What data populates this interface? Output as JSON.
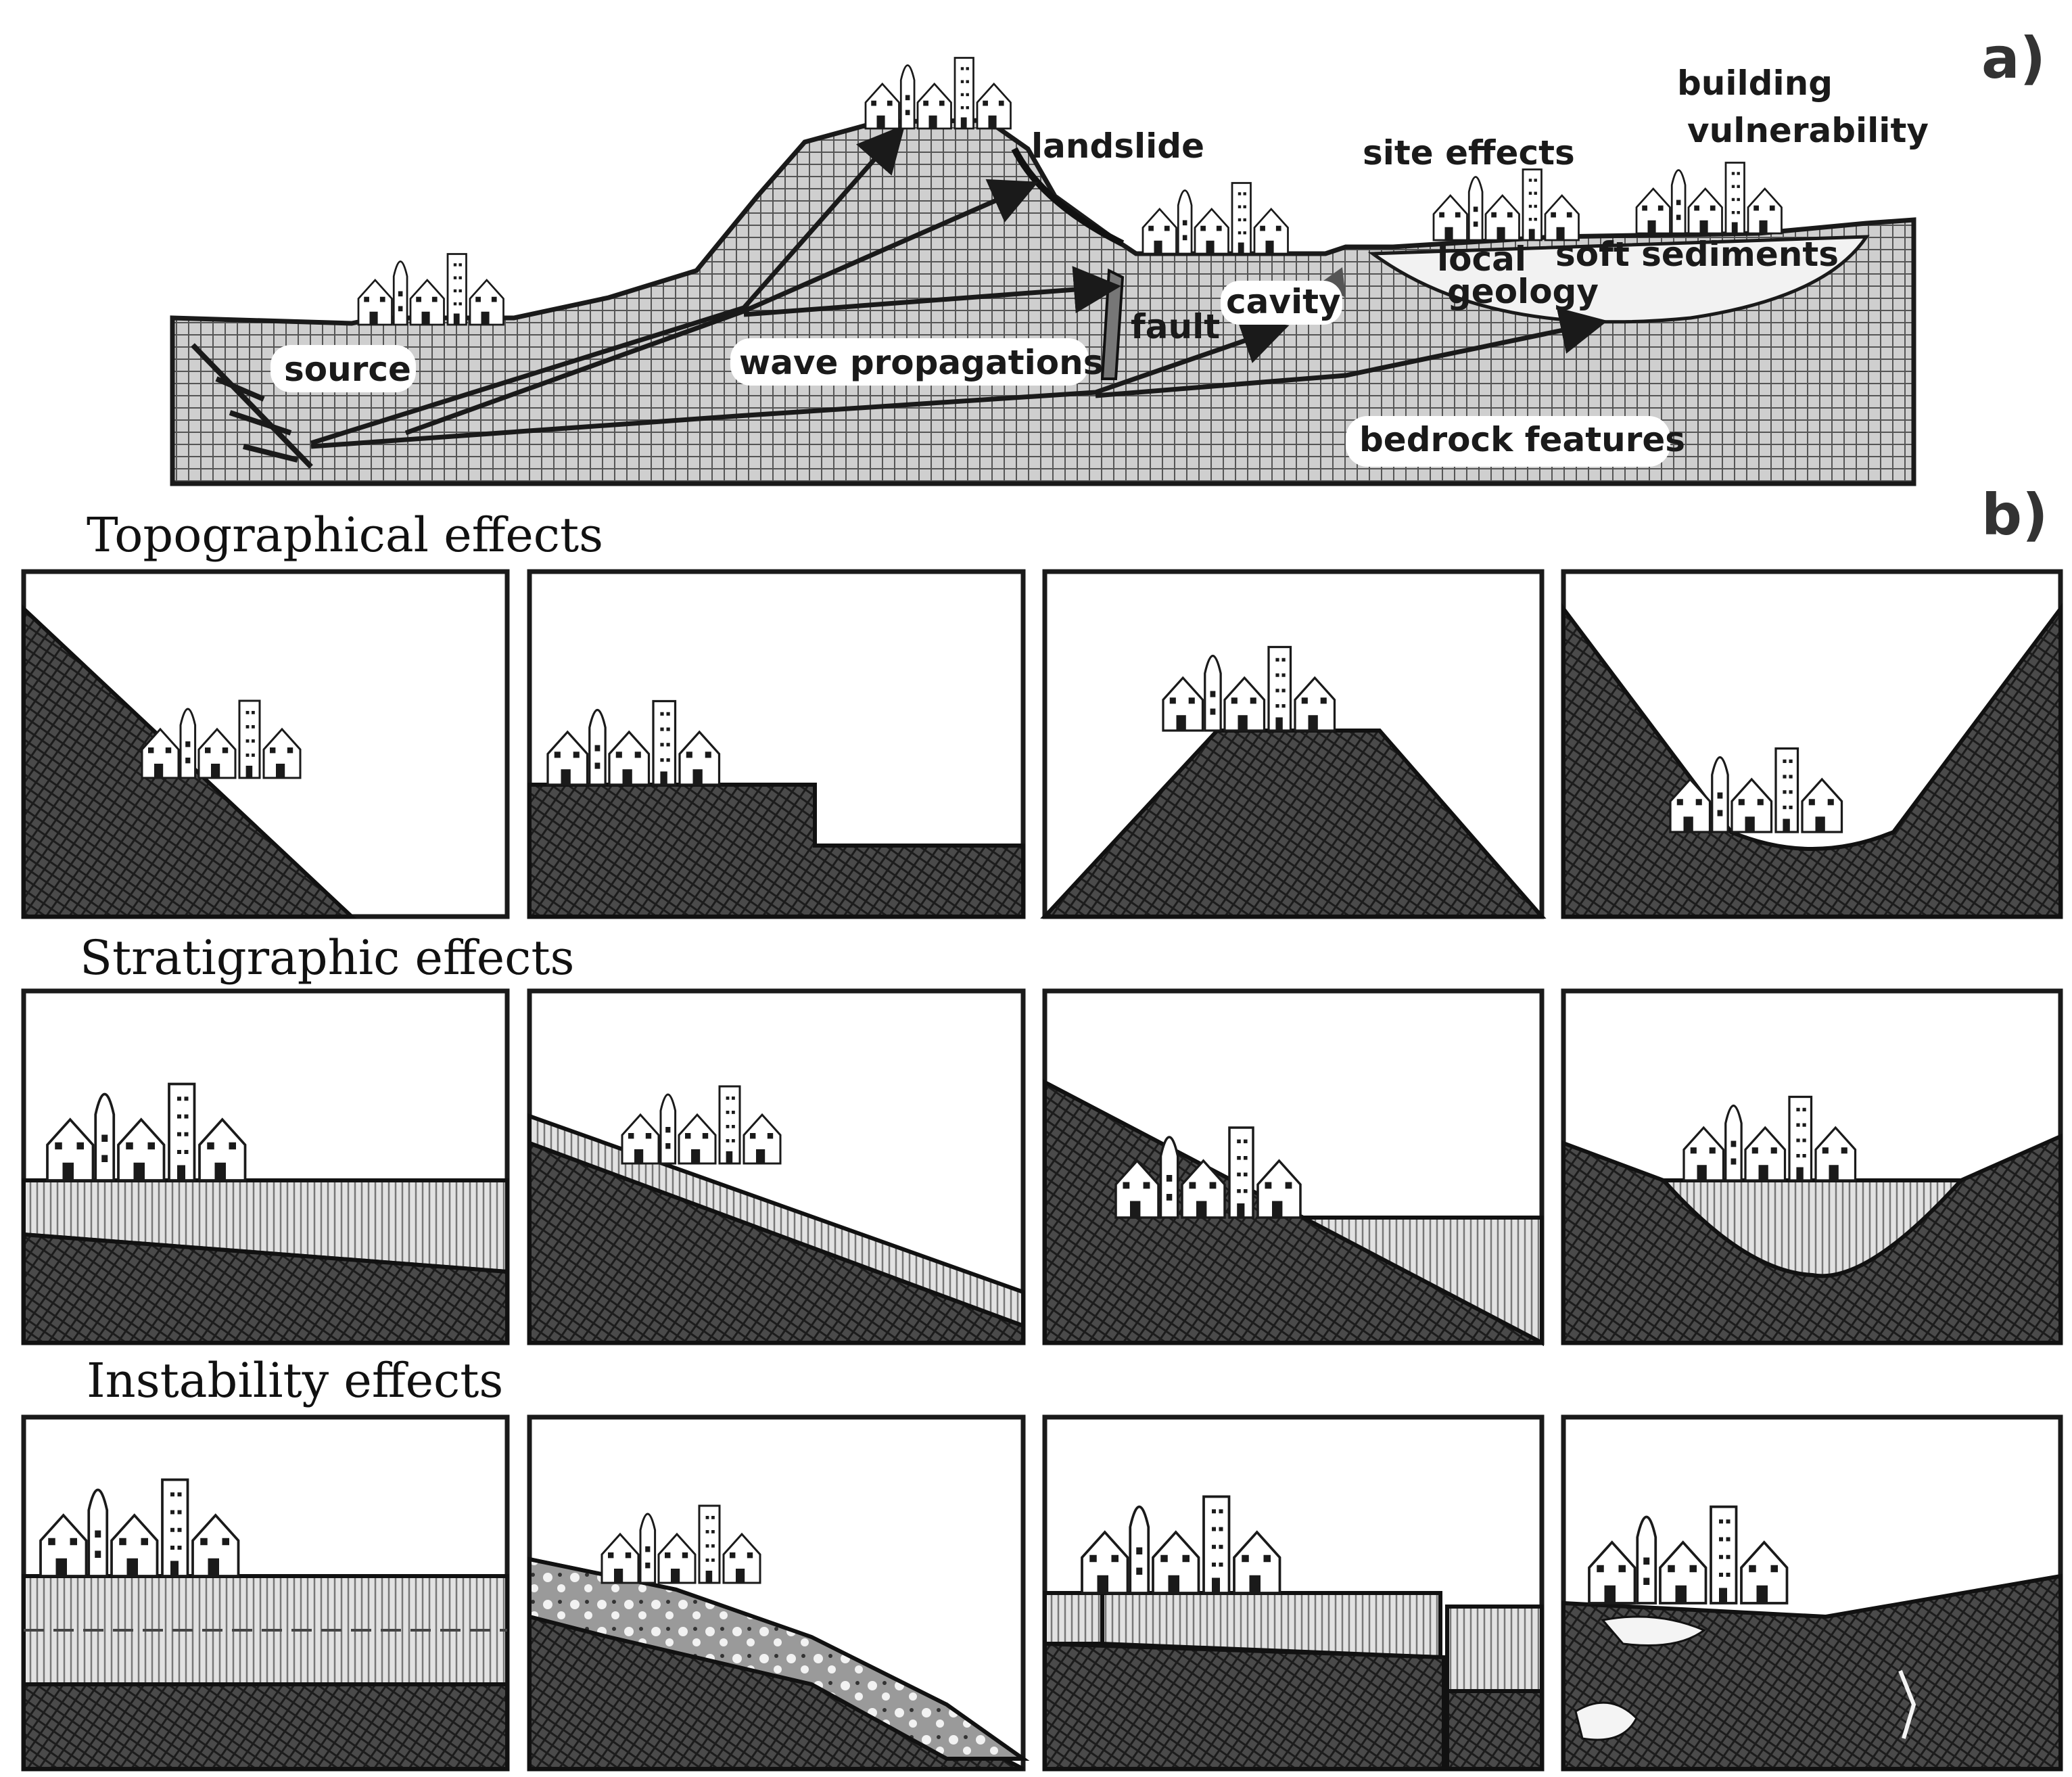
{
  "panel_a": {
    "letter": "a)",
    "labels": {
      "source": "source",
      "wave_propagations": "wave propagations",
      "landslide": "landslide",
      "fault": "fault",
      "cavity": "cavity",
      "site_effects": "site effects",
      "local": "local",
      "geology": "geology",
      "soft_sediments": "soft sediments",
      "building": "building",
      "vulnerability": "vulnerability",
      "bedrock_features": "bedrock features"
    }
  },
  "panel_b": {
    "letter": "b)",
    "sections": [
      {
        "title": "Topographical effects"
      },
      {
        "title": "Stratigraphic effects"
      },
      {
        "title": "Instability effects"
      }
    ]
  }
}
